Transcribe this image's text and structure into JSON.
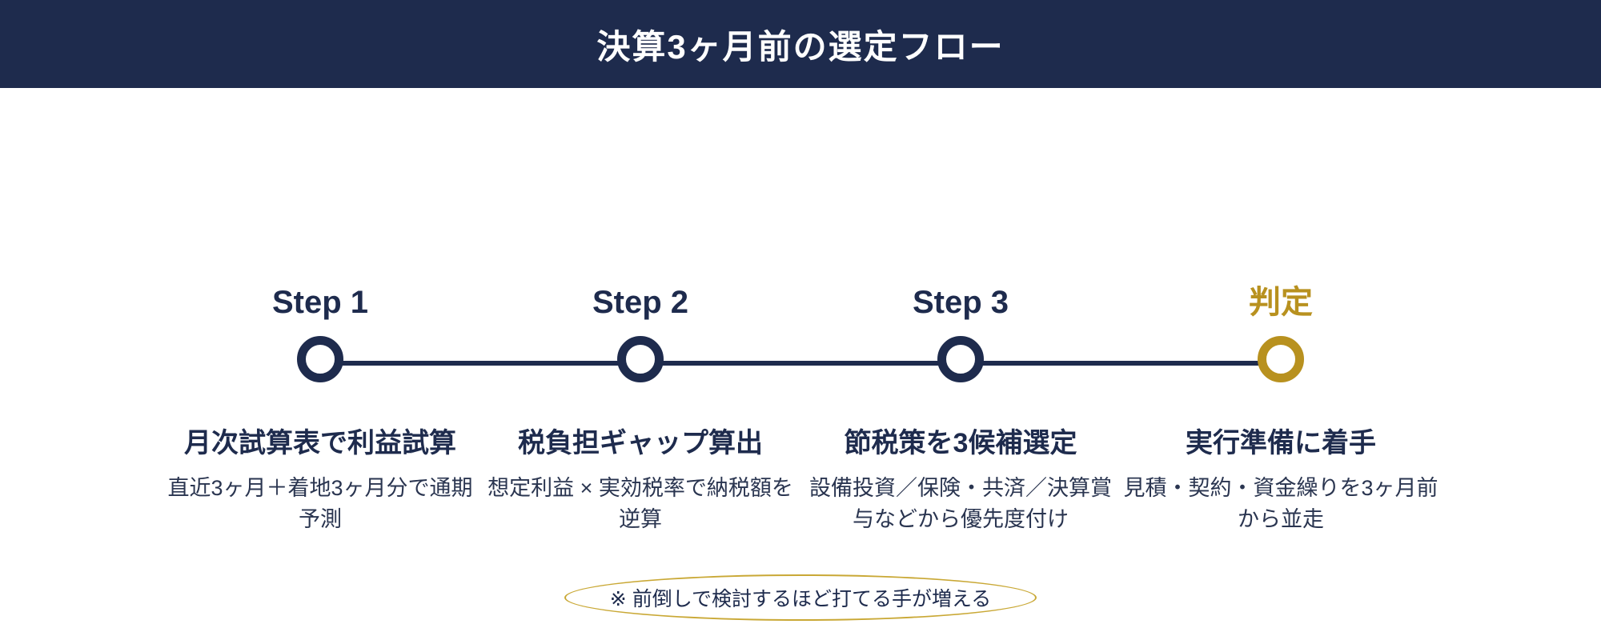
{
  "header": {
    "title": "決算3ヶ月前の選定フロー"
  },
  "timeline": {
    "steps": [
      {
        "label": "Step 1",
        "title": "月次試算表で利益試算",
        "desc": "直近3ヶ月＋着地3ヶ月分で通期予測",
        "accent": "#1e2b4d"
      },
      {
        "label": "Step 2",
        "title": "税負担ギャップ算出",
        "desc": "想定利益 × 実効税率で納税額を逆算",
        "accent": "#1e2b4d"
      },
      {
        "label": "Step 3",
        "title": "節税策を3候補選定",
        "desc": "設備投資／保険・共済／決算賞与などから優先度付け",
        "accent": "#1e2b4d"
      },
      {
        "label": "判定",
        "title": "実行準備に着手",
        "desc": "見積・契約・資金繰りを3ヶ月前から並走",
        "accent": "#b8911f"
      }
    ]
  },
  "note": {
    "text": "※ 前倒しで検討するほど打てる手が増える"
  },
  "colors": {
    "navy": "#1e2b4d",
    "gold": "#b8911f",
    "note_border": "#c9a835",
    "background": "#ffffff"
  }
}
